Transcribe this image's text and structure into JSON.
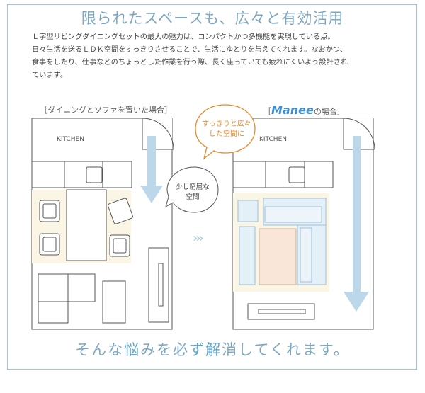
{
  "header": {
    "title": "限られたスペースも、広々と有効活用"
  },
  "description": {
    "lines": [
      "Ｌ字型リビングダイニングセットの最大の魅力は、コンパクトかつ多機能を実現している点。",
      "日々生活を送るＬＤＫ空間をすっきりさせることで、生活にゆとりを与えてくれます。なおかつ、",
      "食事をしたり、仕事などのちょっとした作業を行う際、長く座っていても疲れにくいよう設計され",
      "ています。"
    ]
  },
  "left_plan": {
    "caption": "［ダイニングとソファを置いた場合］",
    "kitchen_label": "KITCHEN",
    "bubble_line1": "少し窮屈な",
    "bubble_line2": "空間"
  },
  "right_plan": {
    "caption_prefix": "［",
    "brand": "Manee",
    "caption_suffix": "の場合］",
    "kitchen_label": "KITCHEN",
    "bubble_line1": "すっきりと広々",
    "bubble_line2": "した空間に"
  },
  "transition_arrows": "›››",
  "footer": {
    "text_before": "そんな",
    "dot1": "悩",
    "text_mid1": "み",
    "text_mid2": "を",
    "text_mid3": "必",
    "dot2": "ず",
    "dot3": "解",
    "text_after": "消してくれます。"
  },
  "colors": {
    "accent_blue": "#7ea7bf",
    "arrow_blue": "#a9c8da",
    "bubble_orange": "#e8892a",
    "sofa_cream": "#faf5e4",
    "sofa_peach": "#f9e6d8",
    "brand_blue": "#3d8fcf"
  }
}
